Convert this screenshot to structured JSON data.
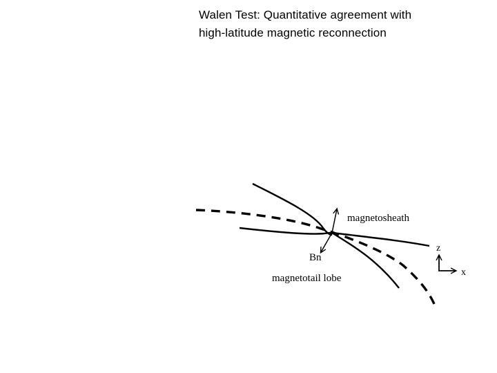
{
  "slide": {
    "title_line1": "Walen Test: Quantitative agreement with",
    "title_line2": "high-latitude magnetic reconnection"
  },
  "diagram": {
    "labels": {
      "magnetosheath": "magnetosheath",
      "bn": "Bn",
      "magnetotail_lobe": "magnetotail lobe",
      "axis_z": "z",
      "axis_x": "x"
    },
    "line_color": "#000000"
  }
}
